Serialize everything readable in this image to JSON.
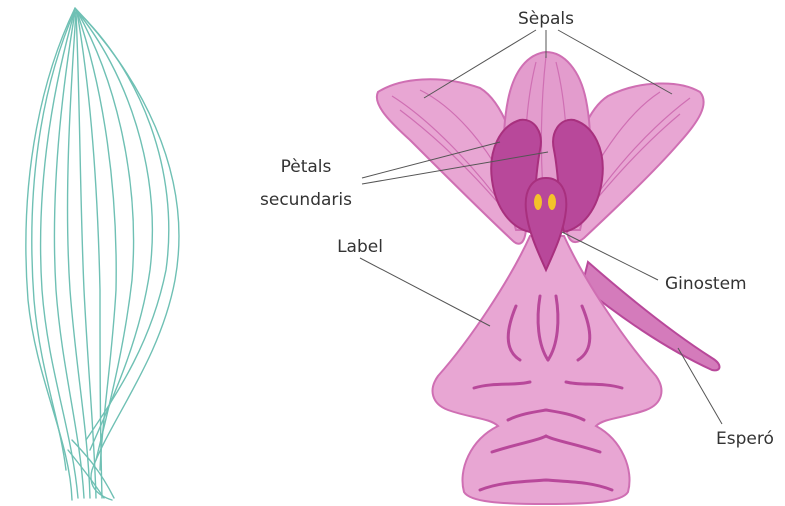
{
  "labels": {
    "sepals": "Sèpals",
    "petals_line1": "Pètals",
    "petals_line2": "secundaris",
    "label": "Label",
    "ginostem": "Ginostem",
    "espero": "Esperó"
  },
  "colors": {
    "leaf_vein": "#6fc0b4",
    "flower_light": "#e8a6d3",
    "flower_mid": "#cf6fb3",
    "flower_dark": "#a8307e",
    "column_yellow": "#f4c22a",
    "leader": "#555555",
    "text": "#333333"
  }
}
